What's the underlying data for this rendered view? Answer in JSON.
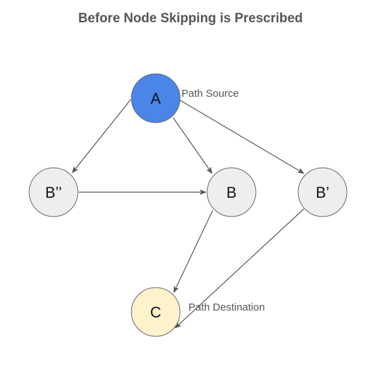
{
  "diagram": {
    "title": "Before Node Skipping is Prescribed",
    "nodes": [
      {
        "id": "A",
        "label": "A",
        "fill": "#4a86e8",
        "annotation": "Path Source"
      },
      {
        "id": "B2",
        "label": "B’’",
        "fill": "#eeeeee",
        "annotation": ""
      },
      {
        "id": "B",
        "label": "B",
        "fill": "#eeeeee",
        "annotation": ""
      },
      {
        "id": "B1",
        "label": "B’",
        "fill": "#eeeeee",
        "annotation": ""
      },
      {
        "id": "C",
        "label": "C",
        "fill": "#fff2cc",
        "annotation": "Path Destination"
      }
    ],
    "edges": [
      {
        "from": "A",
        "to": "B2"
      },
      {
        "from": "A",
        "to": "B"
      },
      {
        "from": "A",
        "to": "B1"
      },
      {
        "from": "B2",
        "to": "B"
      },
      {
        "from": "B",
        "to": "C"
      },
      {
        "from": "B1",
        "to": "C"
      }
    ],
    "colors": {
      "stroke": "#666666",
      "edge": "#555555",
      "title": "#555555"
    }
  }
}
